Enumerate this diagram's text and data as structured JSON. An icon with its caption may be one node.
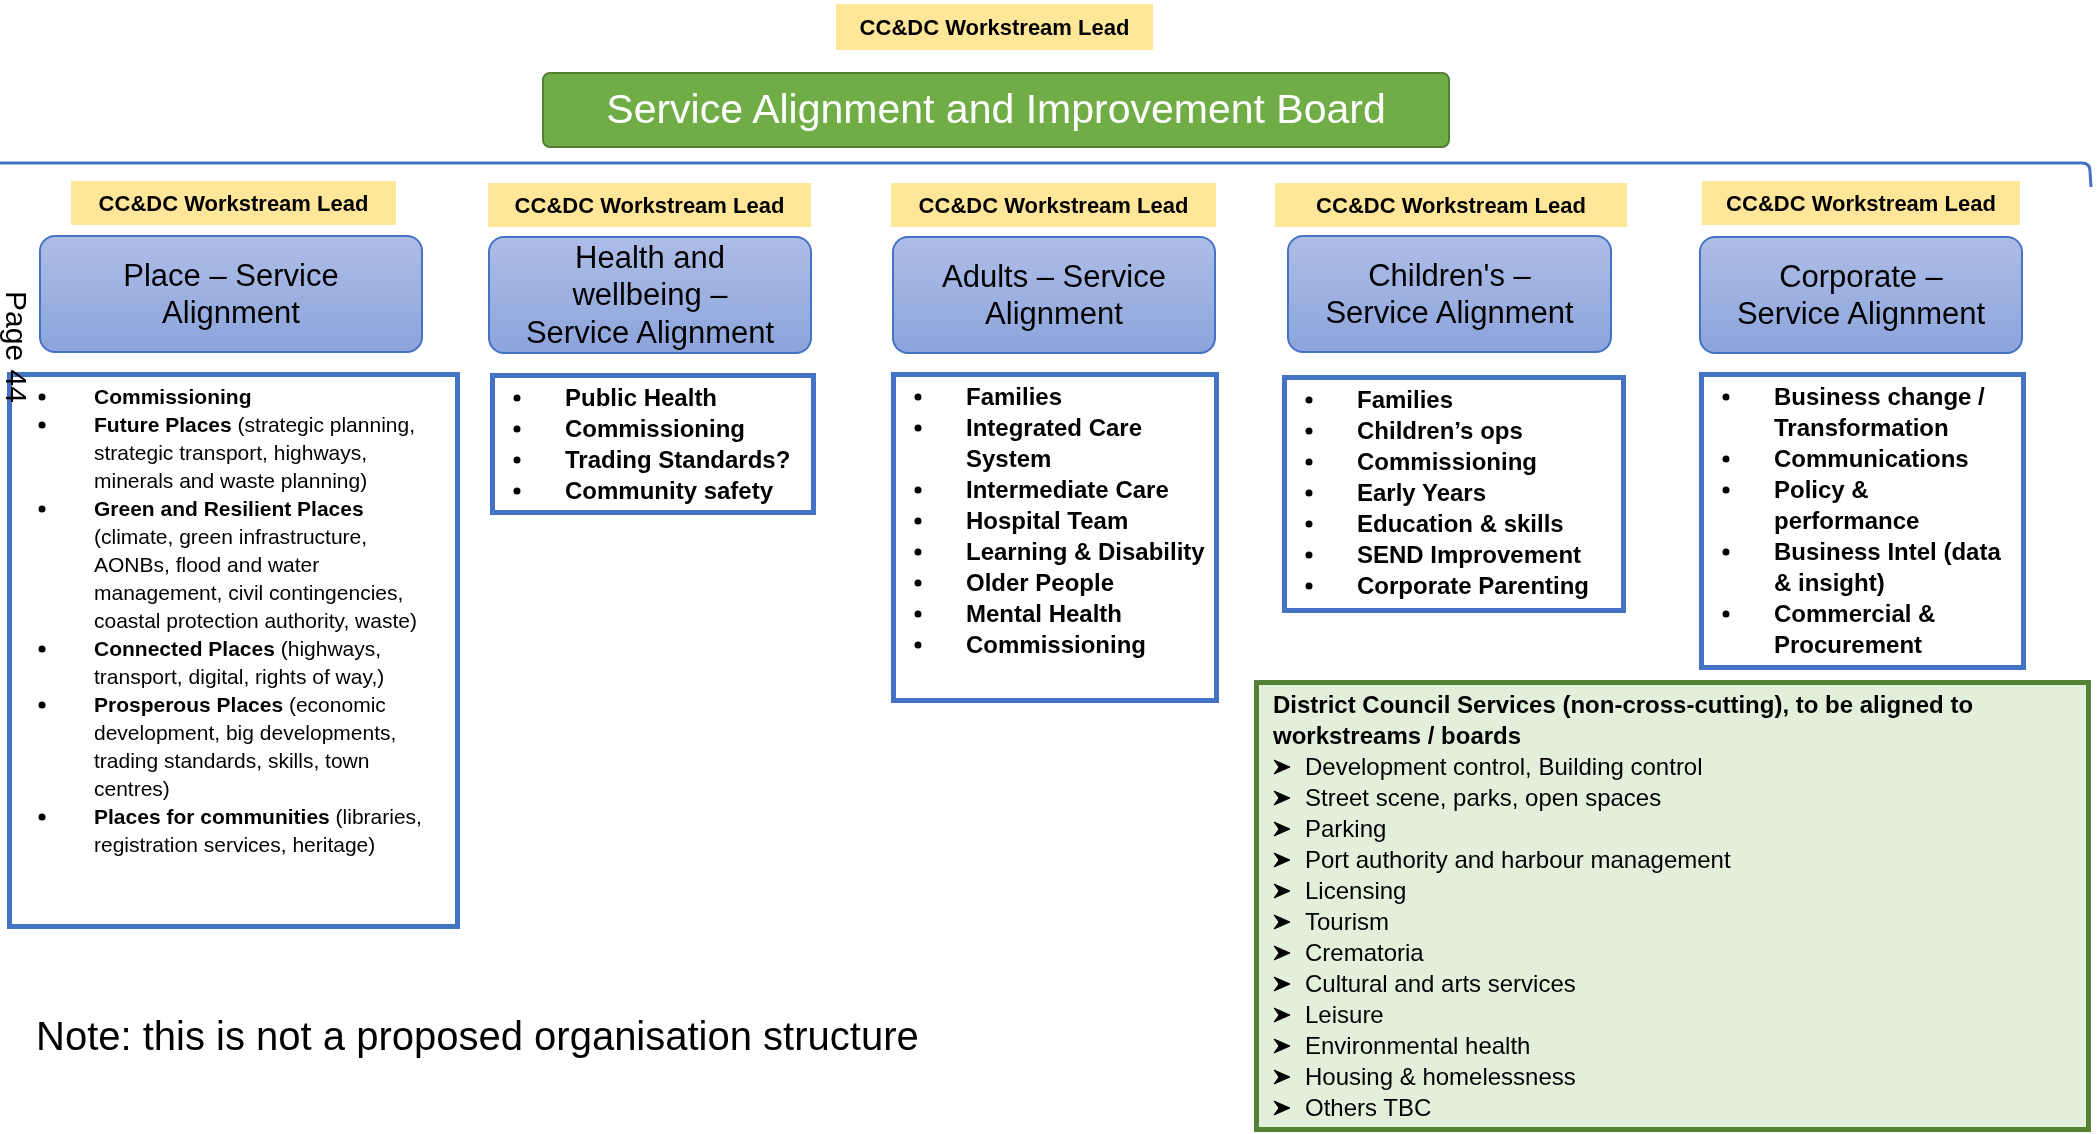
{
  "diagram": {
    "nodes": [
      {
        "text": [
          "CC&DC Workstream Lead"
        ]
      },
      {
        "text": [
          "Service Alignment and Improvement Board"
        ]
      },
      {
        "text": [
          "CC&DC Workstream Lead"
        ]
      },
      {
        "text": [
          "CC&DC Workstream Lead"
        ]
      },
      {
        "text": [
          "CC&DC Workstream Lead"
        ]
      },
      {
        "text": [
          "CC&DC Workstream Lead"
        ]
      },
      {
        "text": [
          "CC&DC Workstream Lead"
        ]
      },
      {
        "text": [
          "Place – Service Alignment"
        ]
      },
      {
        "text": [
          "Health and wellbeing – Service Alignment"
        ]
      },
      {
        "text": [
          "Adults – Service Alignment"
        ]
      },
      {
        "text": [
          "Children's – Service Alignment"
        ]
      },
      {
        "text": [
          "Corporate – Service Alignment"
        ]
      },
      {
        "text": [
          "**Commissioning**",
          "**Future Places** (strategic planning, strategic transport, highways, minerals and waste planning)",
          "**Green and Resilient Places** (climate, green infrastructure, AONBs, flood and water management, civil contingencies, coastal protection authority, waste)",
          "**Connected Places** (highways, transport, digital, rights of way,)",
          "**Prosperous Places** (economic development, big developments, trading standards, skills, town centres)",
          "**Places for communities** (libraries, registration services, heritage)"
        ]
      },
      {
        "text": [
          "Public Health",
          "Commissioning",
          "Trading Standards?",
          "Community safety"
        ]
      },
      {
        "text": [
          "Families",
          "Integrated Care System",
          "Intermediate Care",
          "Hospital Team",
          "Learning & Disability",
          "Older People",
          "Mental Health",
          "Commissioning"
        ]
      },
      {
        "text": [
          "Families",
          "Children’s ops",
          "Commissioning",
          "Early Years",
          "Education & skills",
          "SEND Improvement",
          "Corporate Parenting"
        ]
      },
      {
        "text": [
          "Business change / Transformation",
          "Communications",
          "Policy & performance",
          "Business Intel (data & insight)",
          "Commercial & Procurement"
        ]
      },
      {
        "text": [
          "District Council Services (non-cross-cutting), to be aligned to workstreams / boards",
          "Development control, Building control",
          "Street scene, parks, open spaces",
          "Parking",
          "Port authority and harbour management",
          "Licensing",
          "Tourism",
          "Crematoria",
          "Cultural and arts services",
          "Leisure",
          "Environmental health",
          "Housing & homelessness",
          "Others TBC"
        ]
      }
    ],
    "labels": [
      "Page 44",
      "Note: this is not a proposed organisation structure"
    ]
  }
}
